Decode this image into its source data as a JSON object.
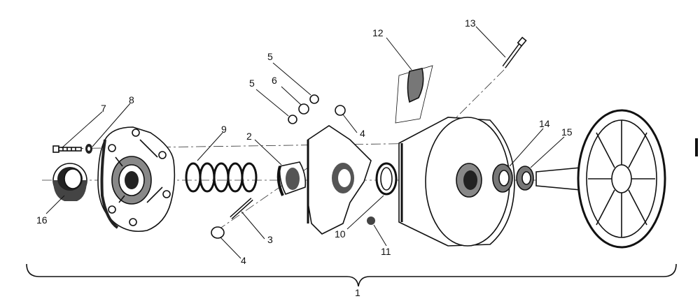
{
  "diagram": {
    "assembly_label": "1",
    "callouts": [
      {
        "id": "label-2",
        "text": "2"
      },
      {
        "id": "label-3",
        "text": "3"
      },
      {
        "id": "label-4a",
        "text": "4"
      },
      {
        "id": "label-4b",
        "text": "4"
      },
      {
        "id": "label-5a",
        "text": "5"
      },
      {
        "id": "label-5b",
        "text": "5"
      },
      {
        "id": "label-6",
        "text": "6"
      },
      {
        "id": "label-7",
        "text": "7"
      },
      {
        "id": "label-8",
        "text": "8"
      },
      {
        "id": "label-9",
        "text": "9"
      },
      {
        "id": "label-10",
        "text": "10"
      },
      {
        "id": "label-11",
        "text": "11"
      },
      {
        "id": "label-12",
        "text": "12"
      },
      {
        "id": "label-13",
        "text": "13"
      },
      {
        "id": "label-14",
        "text": "14"
      },
      {
        "id": "label-15",
        "text": "15"
      },
      {
        "id": "label-16",
        "text": "16"
      }
    ]
  }
}
